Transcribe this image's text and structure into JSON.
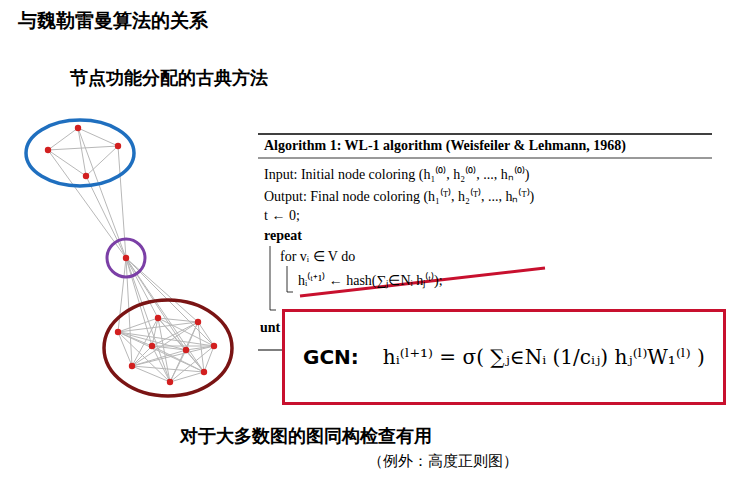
{
  "diagram": {
    "title": "与魏勒雷曼算法的关系",
    "caption": "对于大多数图的图同构检查有用",
    "nodes": [
      {
        "text": [
          "Algorithm 1: WL-1 algorithm (Weisfeiler & Lehmann, 1968)",
          "Input: Initial node coloring (h₁⁽⁰⁾, h₂⁽⁰⁾, ..., hₙ⁽⁰⁾)",
          "Output: Final node coloring (h₁⁽ᵀ⁾, h₂⁽ᵀ⁾, ..., hₙ⁽ᵀ⁾)",
          "t ← 0;",
          "repeat",
          "for vᵢ ∈ V do",
          "hᵢ⁽ᵗ⁺¹⁾ ← hash(∑ⱼ∈Nᵢ hⱼ⁽ᵗ⁾);"
        ]
      },
      {
        "text": [
          "GCN:",
          "hᵢ⁽ˡ⁺¹⁾ = σ( ∑ⱼ∈Nᵢ (1/cᵢⱼ) hⱼ⁽ˡ⁾W₁⁽ˡ⁾ )"
        ]
      }
    ],
    "labels": [
      "节点功能分配的古典方法",
      "unt",
      "（例外：高度正则图）"
    ]
  }
}
